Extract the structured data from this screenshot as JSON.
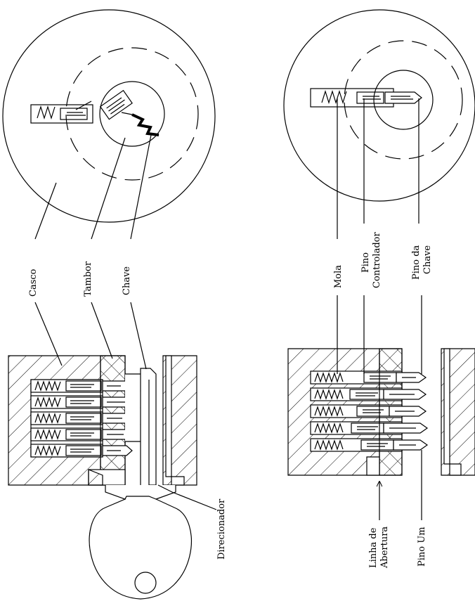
{
  "labels": {
    "casco": "Casco",
    "tambor": "Tambor",
    "chave": "Chave",
    "direcionador": "Direcionador",
    "mola": "Mola",
    "pino_controlador_1": "Pino",
    "pino_controlador_2": "Controlador",
    "pino_da_chave_1": "Pino da",
    "pino_da_chave_2": "Chave",
    "linha_abertura_1": "Linha de",
    "linha_abertura_2": "Abertura",
    "pino_um": "Pino Um"
  },
  "colors": {
    "stroke": "#000000",
    "background": "#ffffff"
  }
}
